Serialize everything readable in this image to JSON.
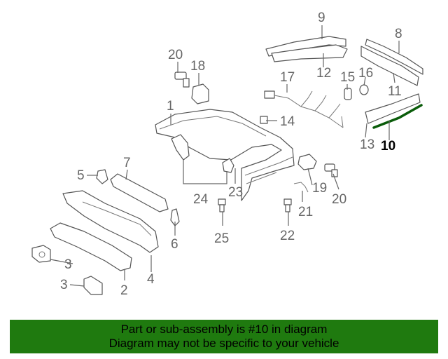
{
  "callouts": {
    "c1": "1",
    "c2": "2",
    "c3a": "3",
    "c3b": "3",
    "c4": "4",
    "c5": "5",
    "c6": "6",
    "c7": "7",
    "c8": "8",
    "c9": "9",
    "c10": "10",
    "c11": "11",
    "c12": "12",
    "c13": "13",
    "c14": "14",
    "c15": "15",
    "c16": "16",
    "c17": "17",
    "c18": "18",
    "c19": "19",
    "c20a": "20",
    "c20b": "20",
    "c21": "21",
    "c22": "22",
    "c23": "23",
    "c24": "24",
    "c25": "25"
  },
  "highlighted_part": "10",
  "colors": {
    "banner": "#1f7a0f",
    "highlight": "#0a5c0a",
    "line": "#555555"
  },
  "banner": {
    "line1": "Part or sub-assembly is #10 in diagram",
    "line2": "Diagram may not be specific to your vehicle"
  }
}
